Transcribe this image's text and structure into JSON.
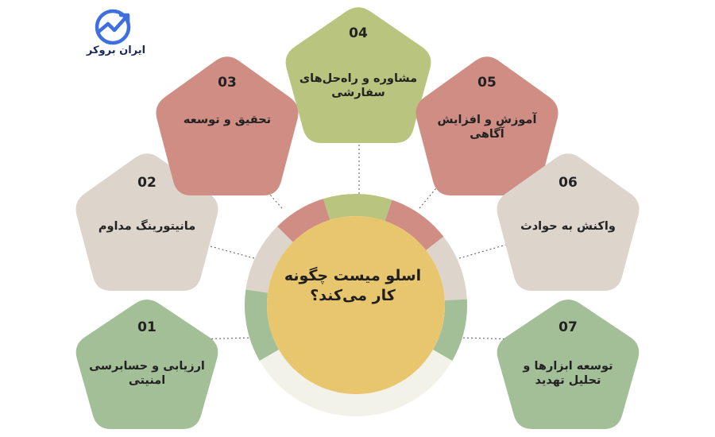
{
  "colors": {
    "green": "#a2bf98",
    "beige": "#ddd4cb",
    "rose": "#cf8d84",
    "olive": "#b9c47e",
    "yellow": "#e8c66e",
    "pale": "#f2f2e8",
    "logo_blue": "#3e6fe0"
  },
  "logo": {
    "text": "ایران بروکر",
    "icon": "trend-chart-icon"
  },
  "center": {
    "title": "اسلو میست چگونه کار می‌کند؟"
  },
  "steps": [
    {
      "number": "01",
      "label": "ارزیابی و حسابرسی امنیتی"
    },
    {
      "number": "02",
      "label": "مانیتورینگ مداوم"
    },
    {
      "number": "03",
      "label": "تحقیق و توسعه"
    },
    {
      "number": "04",
      "label": "مشاوره و راه‌حل‌های سفارشی"
    },
    {
      "number": "05",
      "label": "آموزش و افزایش آگاهی"
    },
    {
      "number": "06",
      "label": "واکنش به حوادث"
    },
    {
      "number": "07",
      "label": "توسعه ابزارها و تحلیل تهدید"
    }
  ]
}
